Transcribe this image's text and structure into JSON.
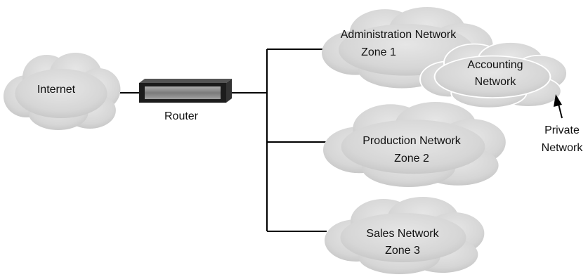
{
  "colors": {
    "cloud_fill": "#d9d9d9",
    "cloud_shadow": "#bdbdbd",
    "router_body": "#2a2a2a",
    "router_face": "#8c8c8c",
    "wire": "#000000",
    "background": "#ffffff"
  },
  "nodes": {
    "internet": {
      "label": "Internet",
      "icon": "cloud-icon"
    },
    "router": {
      "label": "Router",
      "icon": "router-icon"
    },
    "admin": {
      "line1": "Administration Network",
      "line2": "Zone 1",
      "icon": "cloud-icon"
    },
    "accounting": {
      "line1": "Accounting",
      "line2": "Network",
      "icon": "cloud-icon"
    },
    "production": {
      "line1": "Production Network",
      "line2": "Zone 2",
      "icon": "cloud-icon"
    },
    "sales": {
      "line1": "Sales Network",
      "line2": "Zone 3",
      "icon": "cloud-icon"
    }
  },
  "callout": {
    "line1": "Private",
    "line2": "Network",
    "icon": "arrow-up-icon"
  }
}
